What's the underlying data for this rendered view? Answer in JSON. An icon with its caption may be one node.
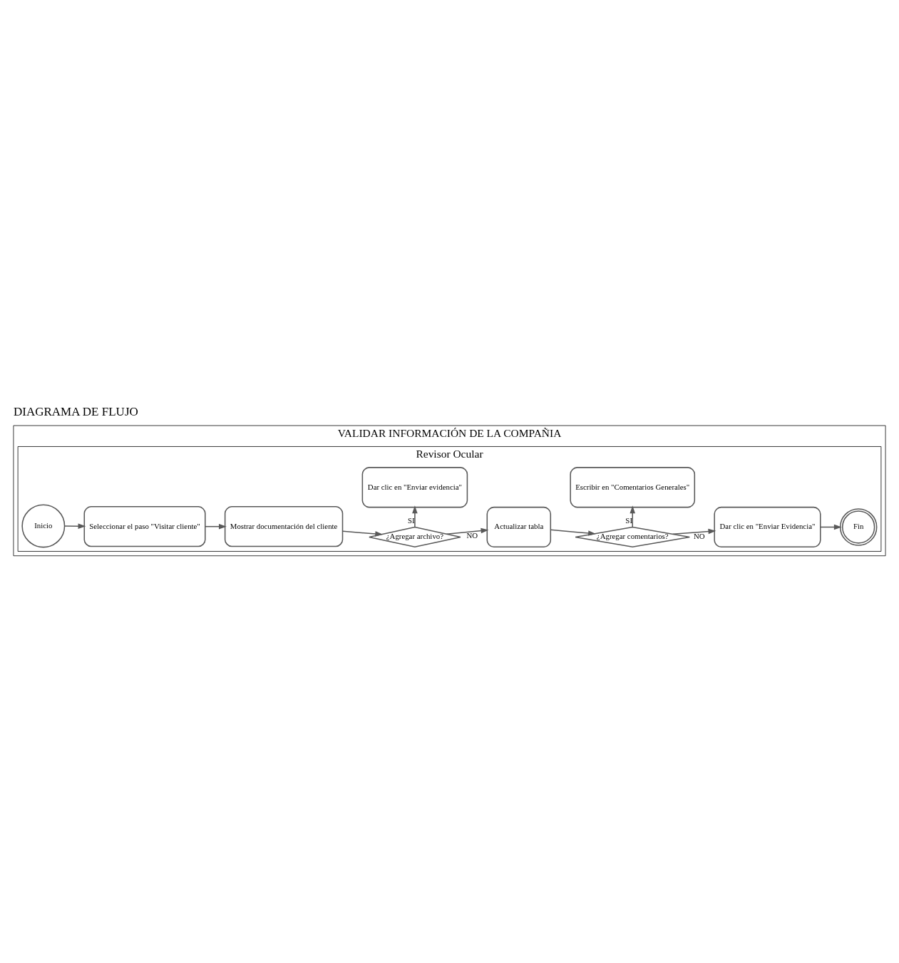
{
  "diagram": {
    "title": "DIAGRAMA DE FLUJO",
    "nodes": [
      {
        "text": [
          "VALIDAR INFORMACIÓN DE LA COMPAÑIA"
        ]
      },
      {
        "text": [
          "Revisor Ocular"
        ],
        "in": 0
      },
      {
        "text": [
          "Inicio"
        ],
        "in": 1
      },
      {
        "text": [
          "Seleccionar el paso \"Visitar cliente\""
        ],
        "in": 1
      },
      {
        "text": [
          "Mostrar documentación del cliente"
        ],
        "in": 1
      },
      {
        "text": [
          "¿Agregar archivo?"
        ],
        "in": 1
      },
      {
        "text": [
          "Actualizar tabla"
        ],
        "in": 1
      },
      {
        "text": [
          "Dar clic en \"Enviar evidencia\""
        ],
        "in": 1
      },
      {
        "text": [
          "¿Agregar comentarios?"
        ],
        "in": 1
      },
      {
        "text": [
          "Dar clic en \"Enviar Evidencia\""
        ],
        "in": 1
      },
      {
        "text": [
          "Escribir en \"Comentarios Generales\""
        ],
        "in": 1
      },
      {
        "text": [
          "Fin"
        ],
        "in": 1
      }
    ],
    "edges": [
      {
        "from": 2,
        "to": 3,
        "arrow": "to"
      },
      {
        "from": 3,
        "to": 4,
        "arrow": "to"
      },
      {
        "from": 4,
        "to": 5,
        "arrow": "to"
      },
      {
        "from": 5,
        "to": 6,
        "label": "NO",
        "arrow": "to"
      },
      {
        "from": 5,
        "to": 7,
        "label": "SI",
        "arrow": "to"
      },
      {
        "from": 6,
        "to": 8,
        "arrow": "to"
      },
      {
        "from": 8,
        "to": 9,
        "label": "NO",
        "arrow": "to"
      },
      {
        "from": 8,
        "to": 10,
        "label": "SI",
        "arrow": "to"
      },
      {
        "from": 9,
        "to": 11,
        "arrow": "to"
      }
    ]
  }
}
